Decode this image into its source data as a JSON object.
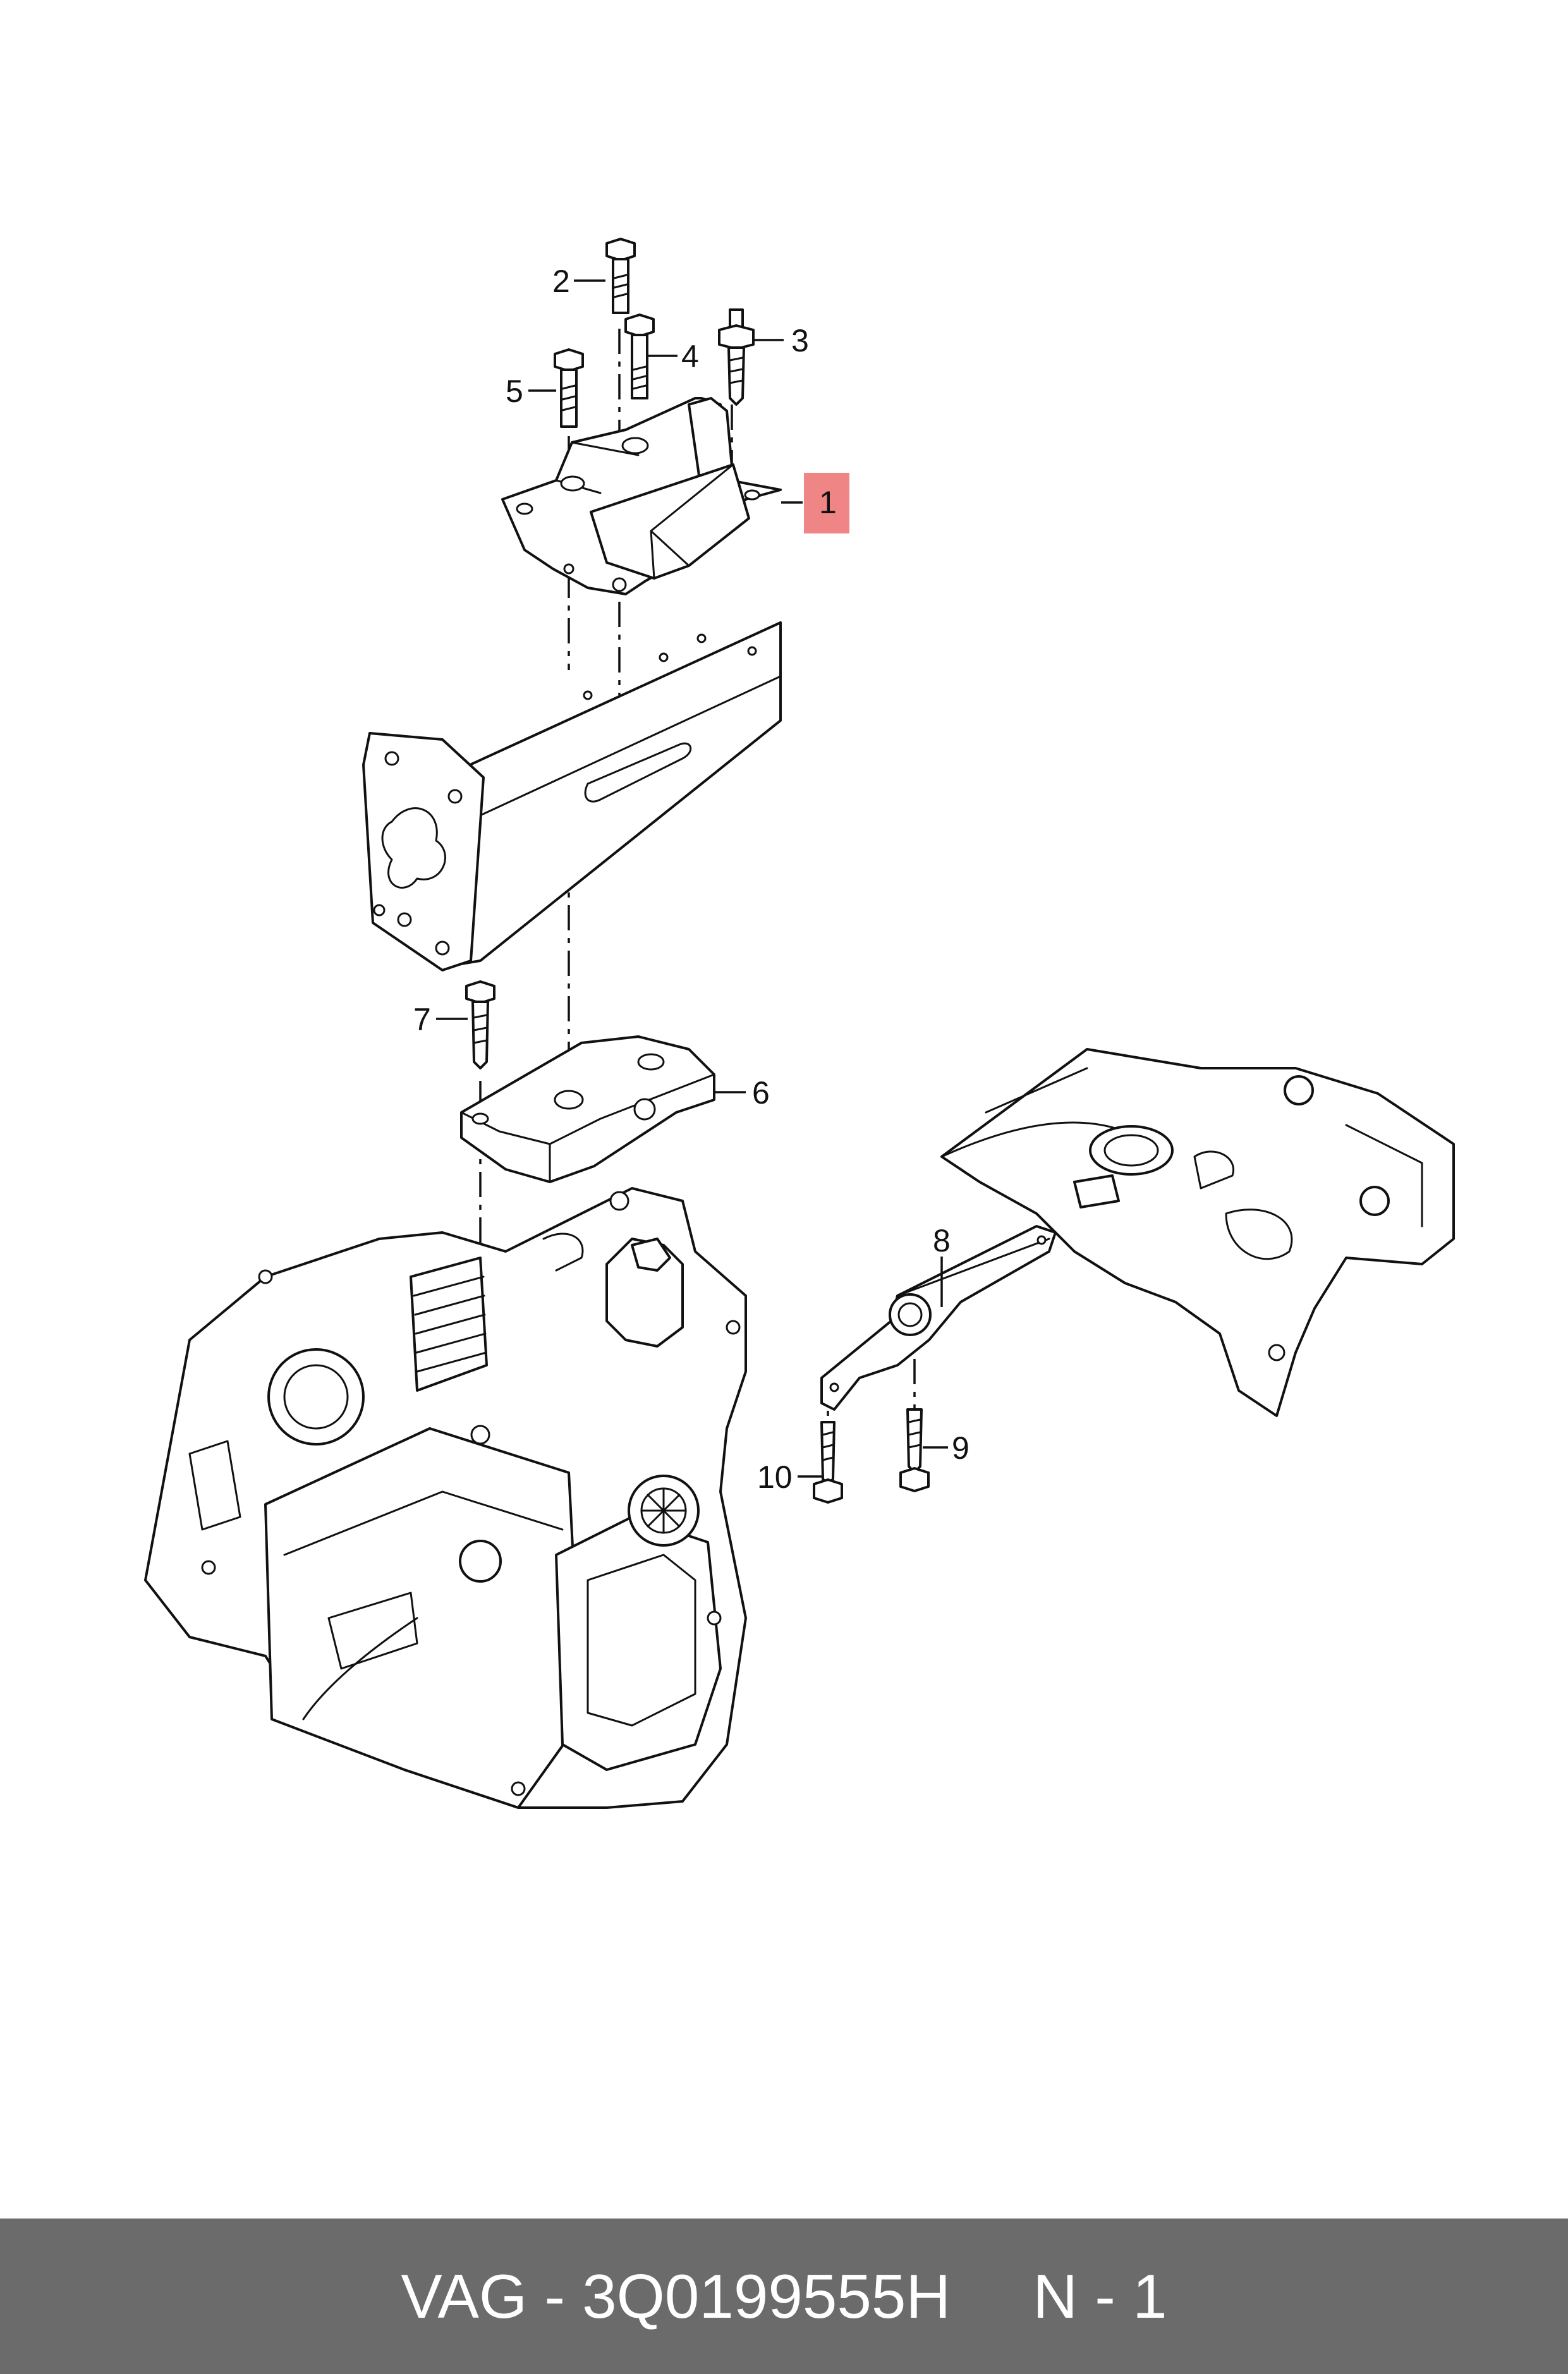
{
  "colors": {
    "background": "#ffffff",
    "line": "#111111",
    "highlight": "#ef8585",
    "footer_background": "#6b6b6b",
    "footer_text": "#ffffff"
  },
  "callouts": [
    {
      "id": "1",
      "label": "1",
      "part": "transmission mount",
      "highlighted": true
    },
    {
      "id": "2",
      "label": "2",
      "part": "bolt"
    },
    {
      "id": "3",
      "label": "3",
      "part": "bolt"
    },
    {
      "id": "4",
      "label": "4",
      "part": "bolt"
    },
    {
      "id": "5",
      "label": "5",
      "part": "bolt"
    },
    {
      "id": "6",
      "label": "6",
      "part": "bracket"
    },
    {
      "id": "7",
      "label": "7",
      "part": "bolt"
    },
    {
      "id": "8",
      "label": "8",
      "part": "pendulum support"
    },
    {
      "id": "9",
      "label": "9",
      "part": "bolt"
    },
    {
      "id": "10",
      "label": "10",
      "part": "bolt"
    }
  ],
  "footer": {
    "part_number_text": "VAG - 3Q0199555H",
    "quantity_text": "N - 1"
  }
}
